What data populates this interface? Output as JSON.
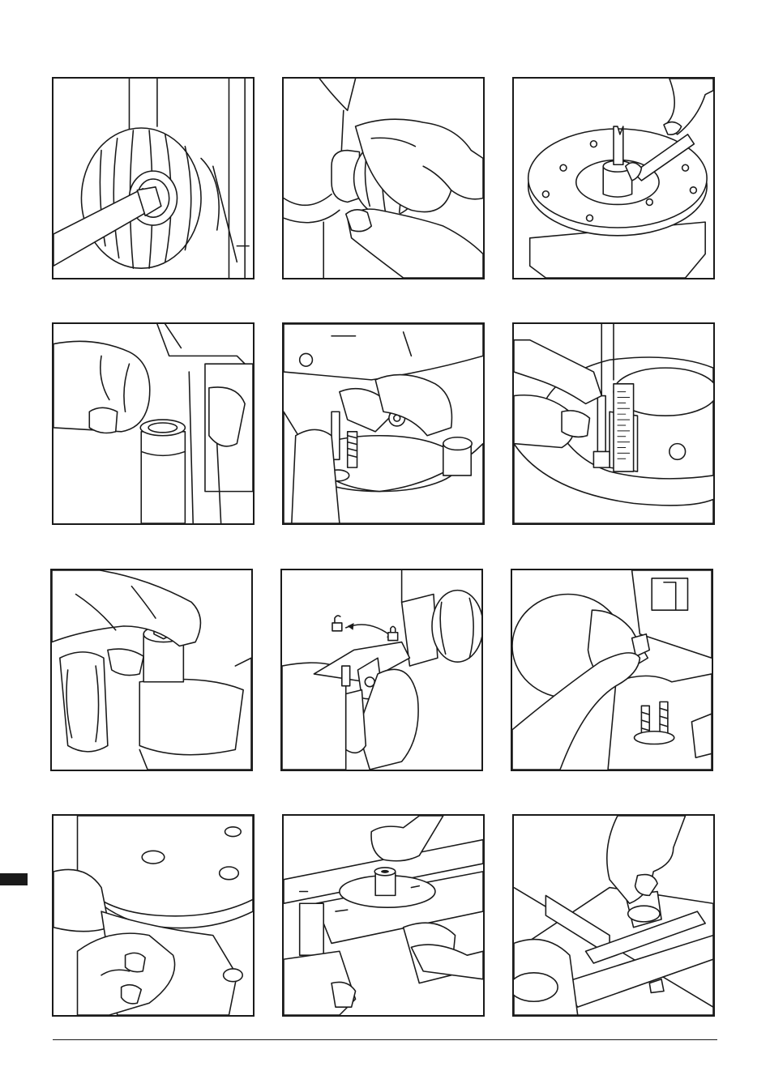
{
  "page": {
    "background": "#ffffff",
    "line_color": "#1a1a1a"
  },
  "figures": [
    {
      "id": 1,
      "subject": "spindle-nut-wrench-icon"
    },
    {
      "id": 2,
      "subject": "hand-tightening-collet-nut-icon"
    },
    {
      "id": 3,
      "subject": "spanner-on-baseplate-icon"
    },
    {
      "id": 4,
      "subject": "hand-collet-icon"
    },
    {
      "id": 5,
      "subject": "depth-stop-rod-icon"
    },
    {
      "id": 6,
      "subject": "depth-scale-icon"
    },
    {
      "id": 7,
      "subject": "turret-knob-icon"
    },
    {
      "id": 8,
      "subject": "lock-unlock-lever-icon"
    },
    {
      "id": 9,
      "subject": "fine-adjust-button-icon"
    },
    {
      "id": 10,
      "subject": "baseplate-underside-icon"
    },
    {
      "id": 11,
      "subject": "parallel-guide-icon"
    },
    {
      "id": 12,
      "subject": "guide-rail-icon"
    }
  ]
}
